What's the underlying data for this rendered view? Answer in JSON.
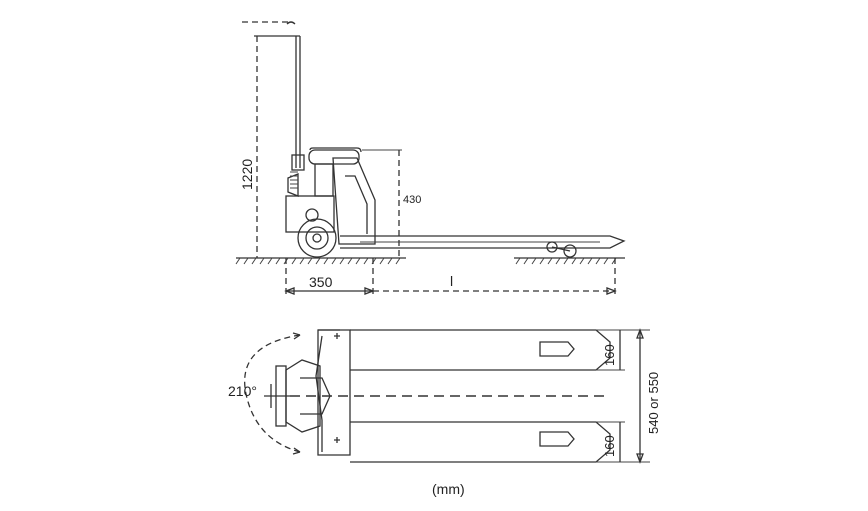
{
  "side_view": {
    "height_label": "1220",
    "fork_height_label": "430",
    "wheel_offset_label": "350",
    "length_label": "l"
  },
  "top_view": {
    "angle_label": "210°",
    "fork_width_top_label": "160",
    "fork_width_bottom_label": "160",
    "overall_width_label": "540 or 550"
  },
  "units_label": "(mm)"
}
